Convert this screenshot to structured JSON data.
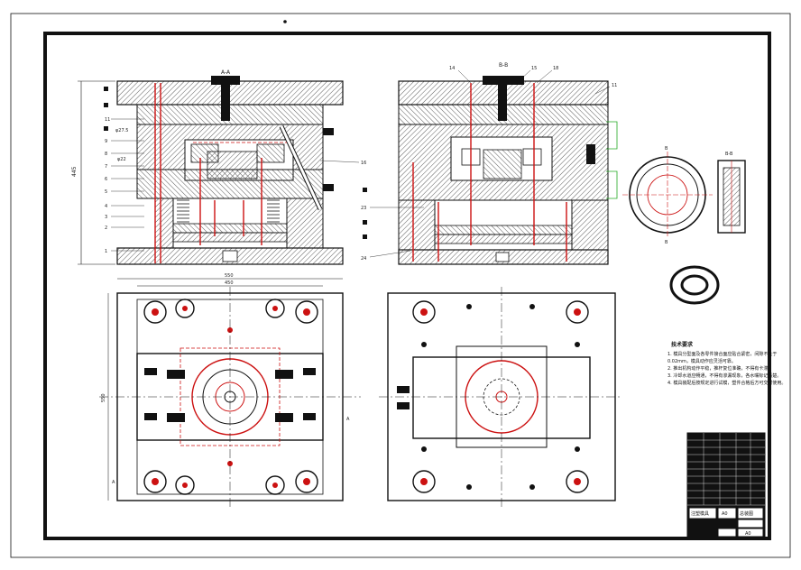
{
  "views": {
    "section_a": {
      "title": "A-A"
    },
    "section_b": {
      "title": "B-B"
    },
    "part_section": {
      "title": "B-B"
    }
  },
  "dimensions": {
    "height_front": "445",
    "width_outer": "550",
    "width_inner": "450",
    "height_top": "550"
  },
  "leaders_left": [
    "11",
    "9",
    "8",
    "7",
    "6",
    "5",
    "4",
    "3",
    "2",
    "1"
  ],
  "leaders_right_front": [
    "16"
  ],
  "leaders_side": [
    "14",
    "15",
    "18",
    "11",
    "23",
    "24"
  ],
  "callouts": {
    "phi_a": "φ27.5",
    "phi_b": "φ22"
  },
  "section_marks": {
    "a_top": "A",
    "a_bottom": "A",
    "b_left": "B",
    "b_right": "B"
  },
  "notes": {
    "title": "技术要求",
    "lines": [
      "1. 模具分型面及各零件接合面应贴合紧密，间隙不大于",
      "   0.02mm，模具动作应灵活可靠。",
      "2. 推出机构动作平稳，推杆复位准确，不得有卡滞。",
      "3. 冷却水道应畅通，不得有渗漏现象，各水嘴标记清楚。",
      "4. 模具装配后按规定进行试模，塑件合格后方可交付使用。"
    ]
  },
  "title_block": {
    "name": "注塑模具",
    "drawing_no": "总装图",
    "scale": "A0",
    "sheet": "A0"
  },
  "colors": {
    "line": "#111111",
    "section_fill": "#ffffff",
    "hatch": "#444444",
    "red": "#cc1111",
    "green": "#22aa22"
  },
  "icons": [
    "hatch-pattern",
    "screw-icon",
    "guide-pin-icon",
    "spring-icon"
  ]
}
